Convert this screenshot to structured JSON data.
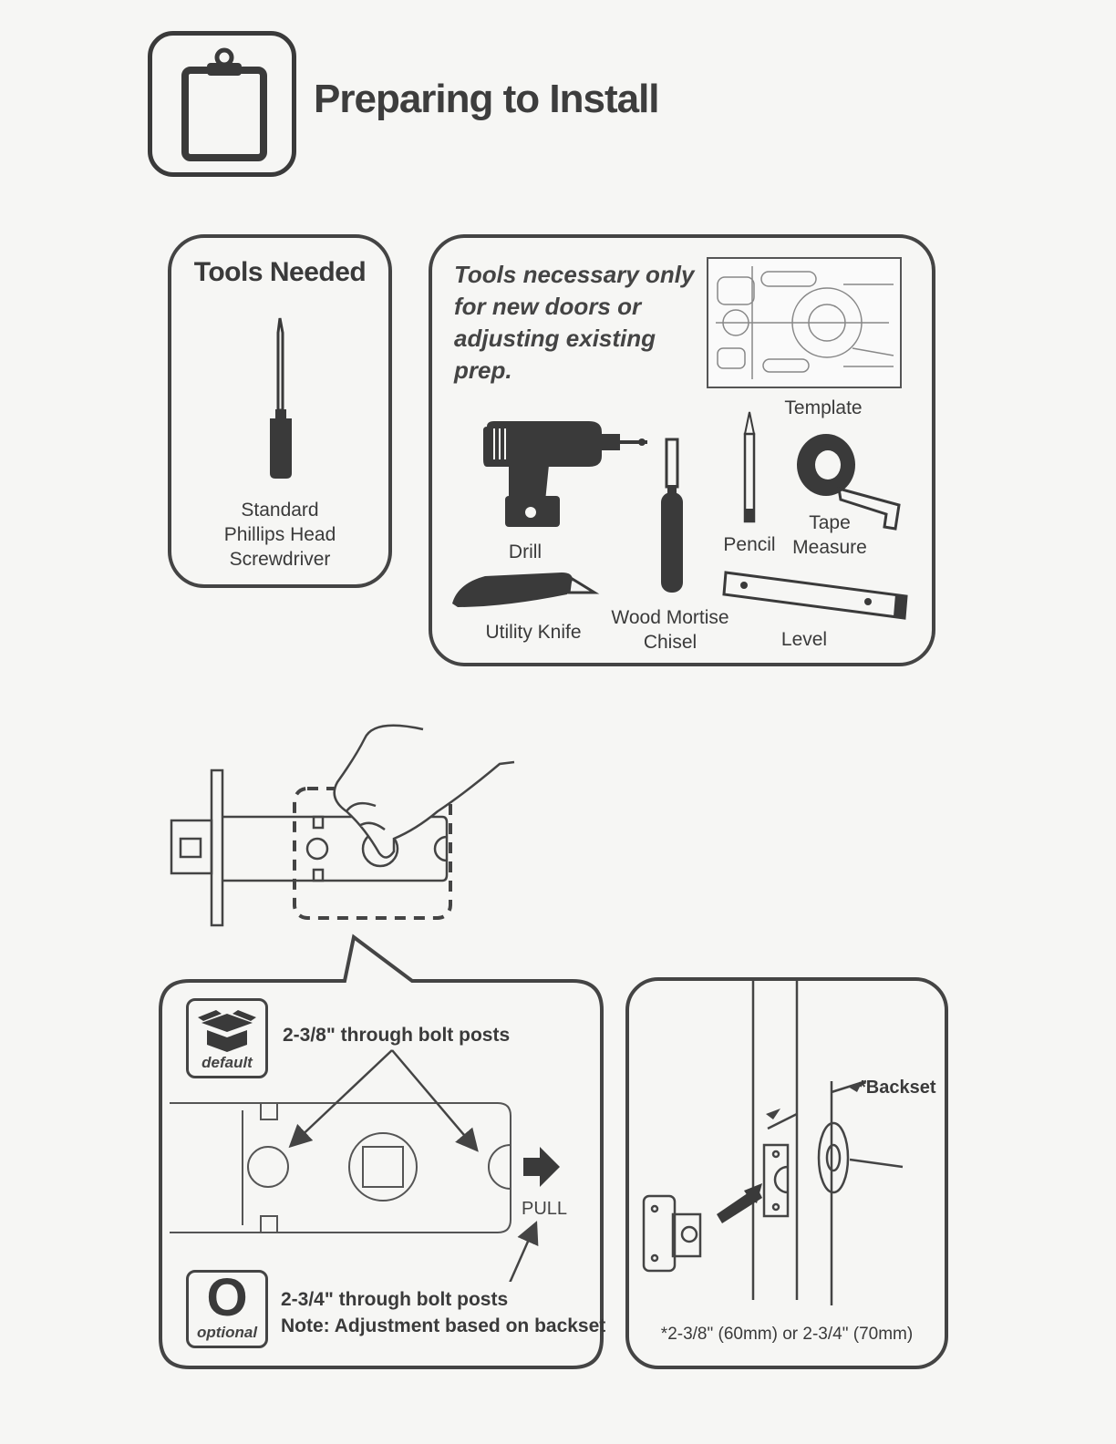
{
  "page_title": "Preparing to Install",
  "tools_needed": {
    "heading": "Tools Needed",
    "screwdriver_label_1": "Standard",
    "screwdriver_label_2": "Phillips Head",
    "screwdriver_label_3": "Screwdriver"
  },
  "optional_tools": {
    "heading_1": "Tools necessary only",
    "heading_2": "for new doors or",
    "heading_3": "adjusting existing",
    "heading_4": "prep.",
    "template_label": "Template",
    "drill_label": "Drill",
    "pencil_label": "Pencil",
    "tape_label_1": "Tape",
    "tape_label_2": "Measure",
    "knife_label": "Utility Knife",
    "chisel_label_1": "Wood Mortise",
    "chisel_label_2": "Chisel",
    "level_label": "Level"
  },
  "bolt_posts": {
    "default_badge": "default",
    "default_text": "2-3/8\" through bolt posts",
    "pull_label": "PULL",
    "optional_badge_letter": "O",
    "optional_badge": "optional",
    "optional_text": "2-3/4\" through bolt posts",
    "note_text": "Note: Adjustment based on backset"
  },
  "backset_panel": {
    "backset_label": "*Backset",
    "footnote": "*2-3/8\" (60mm) or 2-3/4\" (70mm)"
  },
  "icons": [
    "clipboard-icon",
    "box-icon",
    "screwdriver-icon",
    "drill-icon",
    "pencil-icon",
    "tape-measure-icon",
    "utility-knife-icon",
    "chisel-icon",
    "level-icon"
  ]
}
